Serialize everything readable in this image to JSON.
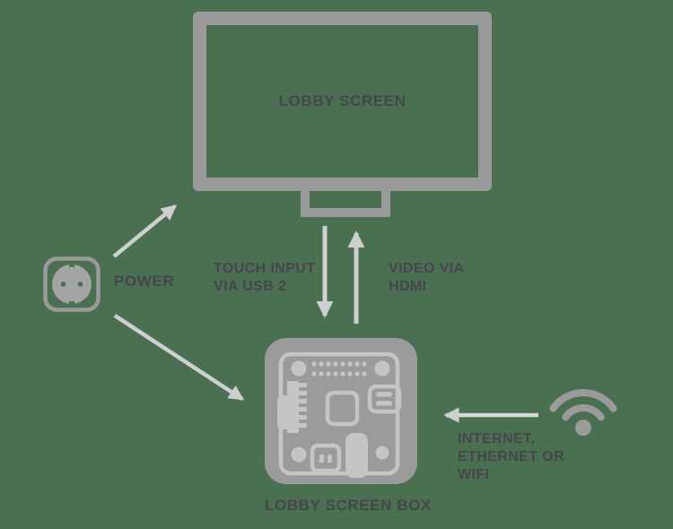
{
  "title": "Lobby screen wiring diagram",
  "colors": {
    "background": "#4a7051",
    "device_gray": "#9a9a9a",
    "socket_fill": "#a4a4a4",
    "box_fill": "#9b9b9b",
    "board_art": "#c5c5c5",
    "arrow": "#cfcfcf",
    "text": "#45454b"
  },
  "monitor": {
    "label": "LOBBY SCREEN"
  },
  "power": {
    "label": "POWER"
  },
  "box": {
    "label": "LOBBY SCREEN BOX"
  },
  "connections": {
    "touch": {
      "lines": [
        "TOUCH INPUT",
        "VIA USB 2"
      ],
      "direction": "down"
    },
    "video": {
      "lines": [
        "VIDEO VIA",
        "HDMI"
      ],
      "direction": "up"
    },
    "internet": {
      "lines": [
        "INTERNET,",
        "ETHERNET OR",
        "WIFI"
      ],
      "direction": "left"
    },
    "power_to_screen": {
      "direction": "up-right"
    },
    "power_to_box": {
      "direction": "down-right"
    }
  },
  "icons": {
    "power_outlet": "power-outlet-icon",
    "wifi": "wifi-icon",
    "circuit_board": "circuit-board-icon"
  }
}
